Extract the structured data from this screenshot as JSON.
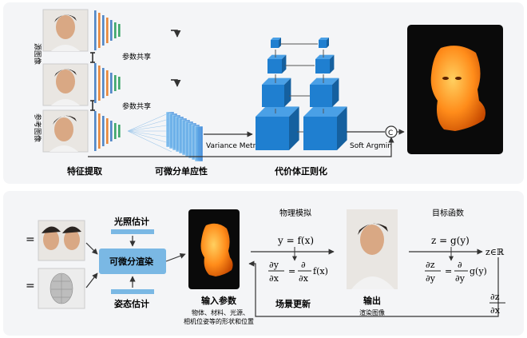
{
  "top": {
    "side_labels": [
      "源图像",
      "参考图像"
    ],
    "share_labels": [
      "参数共享",
      "参数共享"
    ],
    "variance_label": "Variance Metric",
    "softargmin_label": "Soft Argmin",
    "concat_symbol": "C",
    "stage_labels": [
      "特征提取",
      "可微分单应性",
      "代价体正则化"
    ]
  },
  "bottom": {
    "equal_sign": "=",
    "lighting_label": "光照估计",
    "render_label": "可微分渲染",
    "pose_label": "姿态估计",
    "input_params_label": "输入参数",
    "input_params_desc": [
      "物体、材料、光源、",
      "相机位姿等的形状和位置"
    ],
    "physics_label": "物理模拟",
    "output_label": "输出",
    "output_desc": "渲染图像",
    "objective_label": "目标函数",
    "scene_update_label": "场景更新",
    "formulas": {
      "y_eq": "y = f(x)",
      "dy": "∂y",
      "dx": "∂x",
      "eq": "=",
      "partial": "∂",
      "fx": "f(x)",
      "z_eq": "z = g(y)",
      "dz": "∂z",
      "gy": "g(y)",
      "zR": "z∈ℝ",
      "dz2": "∂z",
      "dx2": "∂x"
    }
  },
  "colors": {
    "cube": "#1f7fd0",
    "render_box": "#7ab8e4",
    "bar_blue": "#4f86c6",
    "bar_orange": "#e8873a",
    "bar_green": "#3da66a",
    "head_orange": "#ff8c1a"
  }
}
